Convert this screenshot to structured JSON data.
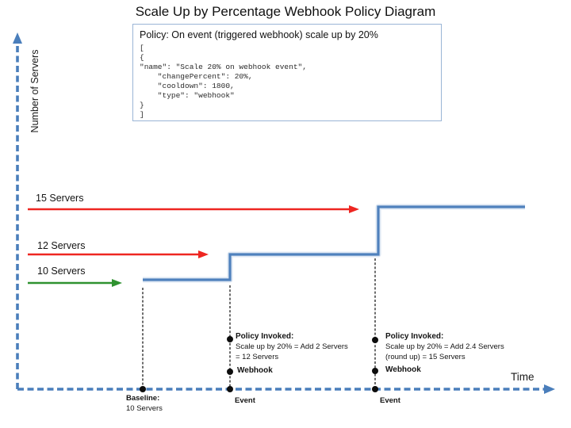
{
  "diagram": {
    "title": "Scale Up by Percentage Webhook Policy Diagram"
  },
  "policy_box": {
    "heading": "Policy: On event (triggered webhook) scale up by 20%",
    "code": "[\n{\n\"name\": \"Scale 20% on webhook event\",\n    \"changePercent\": 20%,\n    \"cooldown\": 1800,\n    \"type\": \"webhook\"\n}\n]"
  },
  "axes": {
    "y_label": "Number of Servers",
    "x_label": "Time"
  },
  "levels": {
    "l15": {
      "label": "15 Servers"
    },
    "l12": {
      "label": "12 Servers"
    },
    "l10": {
      "label": "10 Servers"
    }
  },
  "baseline": {
    "label": "Baseline:",
    "sublabel": "10 Servers"
  },
  "event1": {
    "policy_title": "Policy Invoked:",
    "policy_line1": "Scale up by 20% = Add 2 Servers",
    "policy_line2": "= 12 Servers",
    "webhook_label": "Webhook",
    "event_label": "Event"
  },
  "event2": {
    "policy_title": "Policy Invoked:",
    "policy_line1": "Scale up by 20% = Add 2.4 Servers",
    "policy_line2": "(round up) = 15 Servers",
    "webhook_label": "Webhook",
    "event_label": "Event"
  },
  "colors": {
    "axis_blue": "#4a7ebb",
    "step_blue": "#4f81bd",
    "arrow_red": "#ee2621",
    "arrow_green": "#2f9230",
    "box_border": "#9ab5d6",
    "dashed_black": "#1c1c1c"
  },
  "chart_data": {
    "type": "line",
    "title": "Scale Up by Percentage Webhook Policy Diagram",
    "xlabel": "Time",
    "ylabel": "Number of Servers",
    "x": [
      "Baseline",
      "Event",
      "Event"
    ],
    "series": [
      {
        "name": "Number of Servers (step line)",
        "values": [
          10,
          12,
          15
        ]
      }
    ],
    "annotations": [
      "Baseline: 10 Servers",
      "Webhook event 1: Policy Invoked: Scale up by 20% = Add 2 Servers = 12 Servers",
      "Webhook event 2: Policy Invoked: Scale up by 20% = Add 2.4 Servers (round up) = 15 Servers"
    ],
    "legend_position": "none",
    "grid": false
  }
}
